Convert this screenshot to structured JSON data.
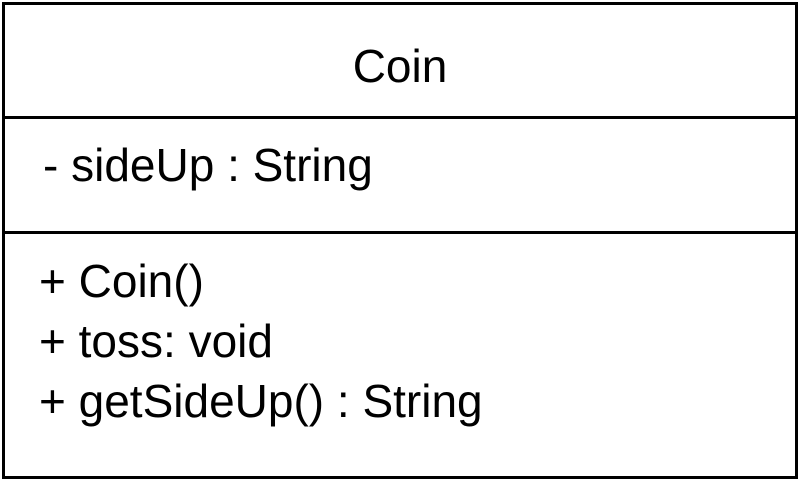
{
  "class": {
    "name": "Coin",
    "attributes": [
      "- sideUp : String"
    ],
    "operations": [
      "+ Coin()",
      "+ toss: void",
      "+ getSideUp() : String"
    ]
  }
}
